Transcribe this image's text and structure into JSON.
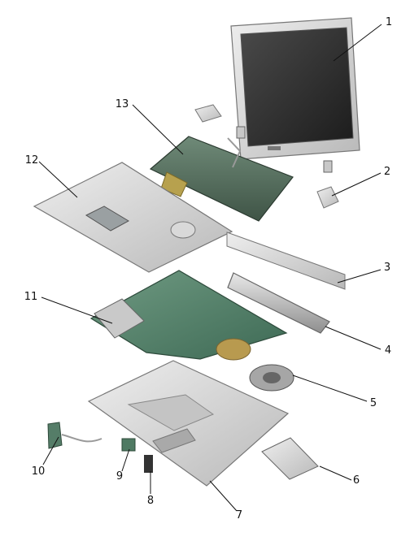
{
  "callouts": [
    {
      "num": "1",
      "part": "display"
    },
    {
      "num": "2",
      "part": "hinge-cover"
    },
    {
      "num": "3",
      "part": "support-bracket"
    },
    {
      "num": "4",
      "part": "battery"
    },
    {
      "num": "5",
      "part": "fan"
    },
    {
      "num": "6",
      "part": "hard-drive"
    },
    {
      "num": "7",
      "part": "base"
    },
    {
      "num": "8",
      "part": "connector"
    },
    {
      "num": "9",
      "part": "small-board"
    },
    {
      "num": "10",
      "part": "modem-board"
    },
    {
      "num": "11",
      "part": "system-board"
    },
    {
      "num": "12",
      "part": "palm-rest"
    },
    {
      "num": "13",
      "part": "keyboard"
    }
  ]
}
